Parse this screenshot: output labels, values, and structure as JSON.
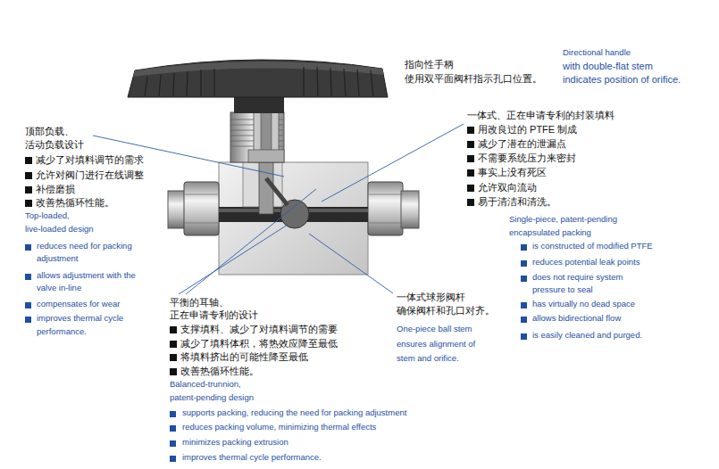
{
  "diagram": {
    "labels": [
      "指向性手柄",
      "使用双平面阀杆指示孔口位置。",
      "Directional handle",
      "with double-flat stem",
      "indicates position of orifice.",
      "一体式、正在申请专利的封装填料",
      "用改良过的 PTFE 制成",
      "减少了潜在的泄漏点",
      "不需要系统压力来密封",
      "事实上没有死区",
      "允许双向流动",
      "易于清洁和清洗。",
      "顶部负载、",
      "活动负载设计",
      "减少了对填料调节的需求",
      "允许对阀门进行在线调整",
      "补偿磨损",
      "改善热循环性能。",
      "Top-loaded,",
      "live-loaded design",
      "reduces need for packing",
      "adjustment",
      "allows adjustment with the",
      "valve in-line",
      "compensates for wear",
      "improves thermal cycle",
      "performance.",
      "Single-piece, patent-pending",
      "encapsulated packing",
      "is constructed of modified PTFE",
      "reduces potential leak points",
      "does not require system",
      "pressure to seal",
      "has virtually no dead space",
      "allows bidirectional flow",
      "is easily cleaned and purged.",
      "一体式球形阀杆",
      "确保阀杆和孔口对齐。",
      "One-piece ball stem",
      "ensures alignment of",
      "stem and orifice.",
      "平衡的耳轴、",
      "正在申请专利的设计",
      "支撑填料、减少了对填料调节的需要",
      "减少了填料体积，将热效应降至最低",
      "将填料挤出的可能性降至最低",
      "改善热循环性能。",
      "Balanced-trunnion,",
      "patent-pending design",
      "supports packing, reducing the need for packing adjustment",
      "reduces packing volume, minimizing thermal effects",
      "minimizes packing extrusion",
      "improves thermal cycle performance."
    ]
  }
}
